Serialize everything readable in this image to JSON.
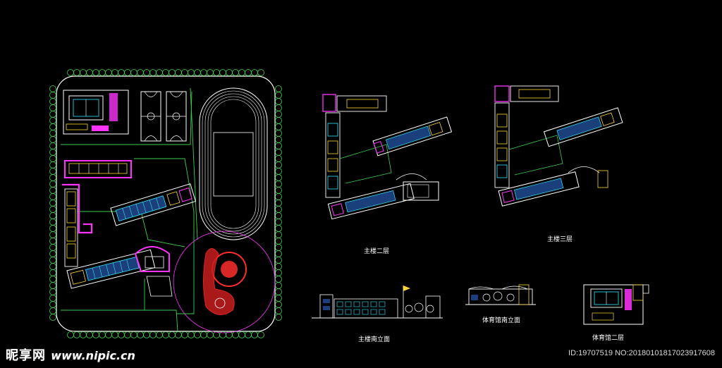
{
  "captions": {
    "floor2": "主楼二层",
    "floor3": "主楼三层",
    "elevation_main": "主楼南立面",
    "elevation_gym": "体育馆南立面",
    "gym_floor2": "体育馆二层"
  },
  "watermark": {
    "brand": "昵享网",
    "url": "www.nipic.cn",
    "id_line": "ID:19707519 NO:20180101817023917608"
  },
  "colors": {
    "background": "#000000",
    "line_green": "#3cd14c",
    "line_white": "#ffffff",
    "line_magenta": "#ff33ff",
    "line_cyan": "#33e6ff",
    "line_yellow": "#ffd633",
    "line_red": "#ff2e2e",
    "line_blue": "#3d7bff"
  }
}
